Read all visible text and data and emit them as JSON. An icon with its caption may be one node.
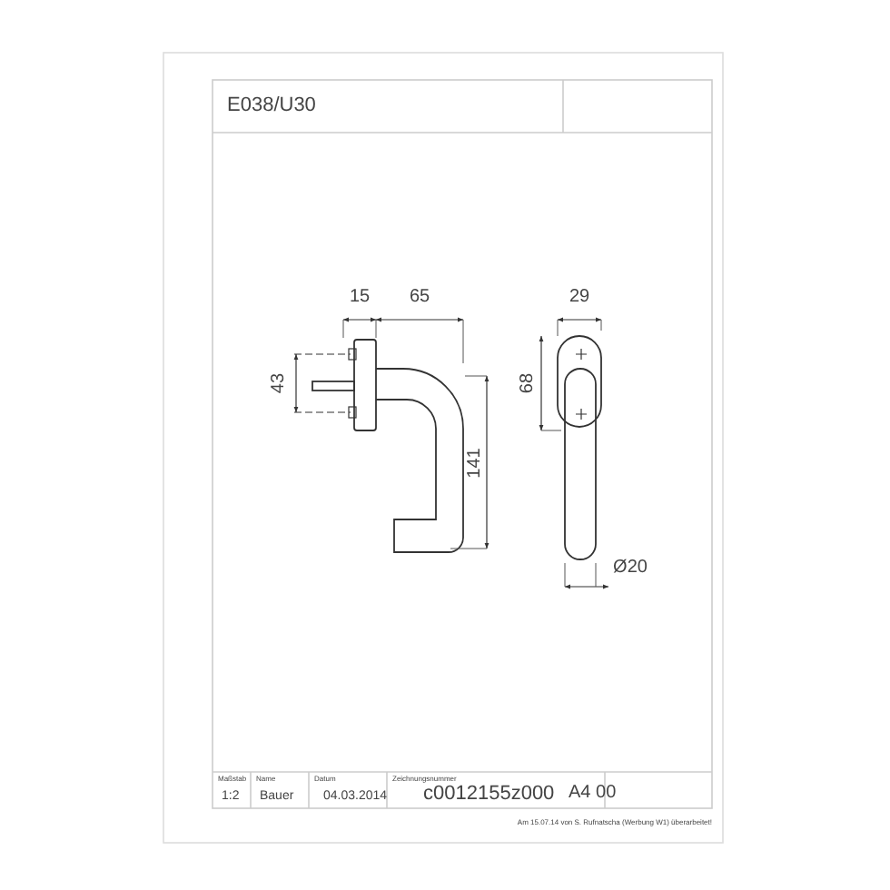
{
  "diagram": {
    "labels": [
      "E038/U30",
      "15",
      "65",
      "29",
      "43",
      "68",
      "141",
      "Ø20",
      "Maßstab",
      "1:2",
      "Name",
      "Bauer",
      "Datum",
      "04.03.2014",
      "Zeichnungsnummer",
      "c0012155z000",
      "A4 00",
      "Am 15.07.14 von S. Rufnatscha (Werbung W1) überarbeitet!"
    ]
  }
}
